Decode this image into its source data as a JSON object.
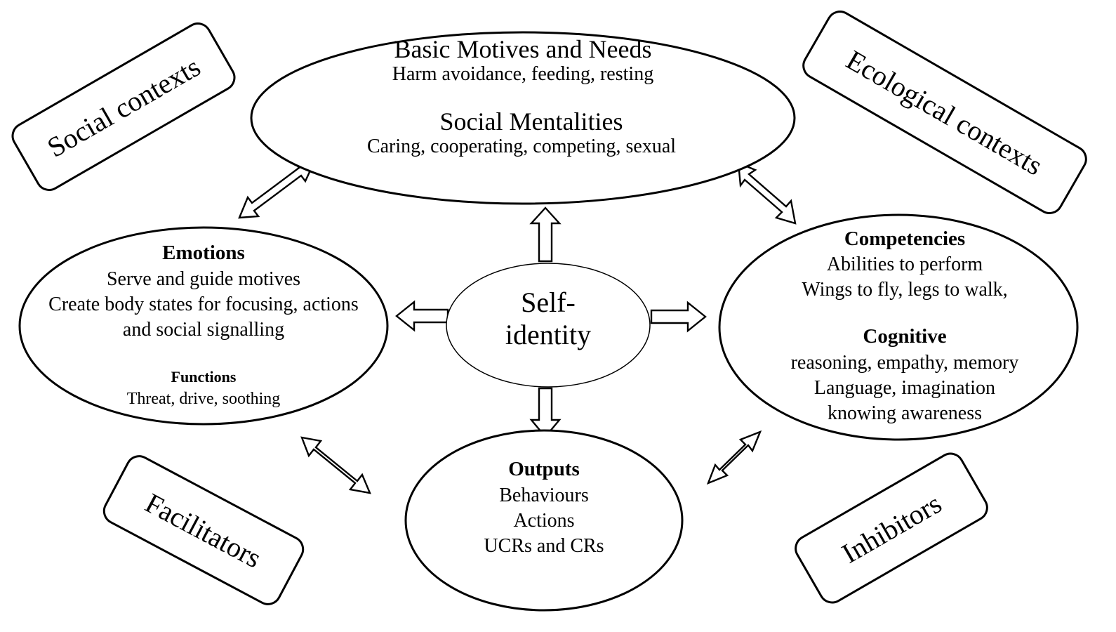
{
  "top": {
    "title1": "Basic Motives and Needs",
    "line1": "Harm avoidance, feeding, resting",
    "title2": "Social Mentalities",
    "line2": "Caring, cooperating, competing, sexual"
  },
  "emotions": {
    "heading": "Emotions",
    "lines": [
      "Serve and guide motives",
      "Create body states for focusing, actions",
      "and social signalling"
    ],
    "functions_heading": "Functions",
    "functions_line": "Threat, drive, soothing"
  },
  "competencies": {
    "heading": "Competencies",
    "lines": [
      "Abilities to perform",
      "Wings to fly, legs to walk,"
    ],
    "cognitive_heading": "Cognitive",
    "cognitive_lines": [
      "reasoning, empathy, memory",
      "Language, imagination",
      "knowing awareness"
    ]
  },
  "outputs": {
    "heading": "Outputs",
    "lines": [
      "Behaviours",
      "Actions",
      "UCRs and CRs"
    ]
  },
  "self": {
    "line1": "Self-",
    "line2": "identity"
  },
  "contexts": {
    "social": "Social contexts",
    "ecological": "Ecological contexts",
    "facilitators": "Facilitators",
    "inhibitors": "Inhibitors"
  }
}
